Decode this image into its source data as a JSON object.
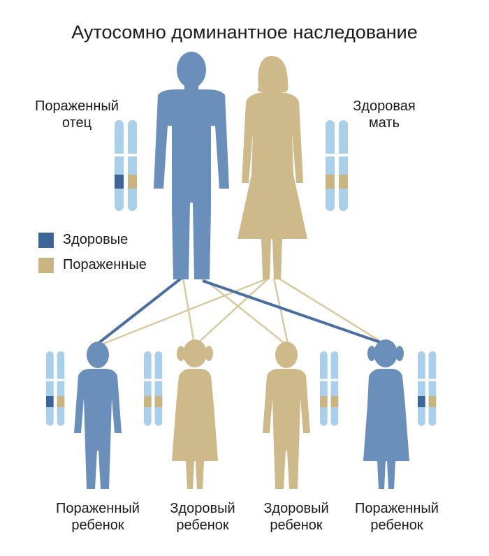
{
  "title": "Аутосомно доминантное наследование",
  "colors": {
    "blue_figure": "#6b8fbb",
    "beige_figure": "#cdb98a",
    "dark_blue_band": "#3d6597",
    "beige_band": "#c9b482",
    "chromosome": "#a9cfea",
    "line_blue": "#4a6ea0",
    "line_beige": "#d8c9a0"
  },
  "parents": {
    "father": {
      "line1": "Пораженный",
      "line2": "отец"
    },
    "mother": {
      "line1": "Здоровая",
      "line2": "мать"
    }
  },
  "legend": [
    {
      "label": "Здоровые",
      "color": "#3d6597"
    },
    {
      "label": "Пораженные",
      "color": "#c9b482"
    }
  ],
  "children": [
    {
      "line1": "Пораженный",
      "line2": "ребенок"
    },
    {
      "line1": "Здоровый",
      "line2": "ребенок"
    },
    {
      "line1": "Здоровый",
      "line2": "ребенок"
    },
    {
      "line1": "Пораженный",
      "line2": "ребенок"
    }
  ]
}
